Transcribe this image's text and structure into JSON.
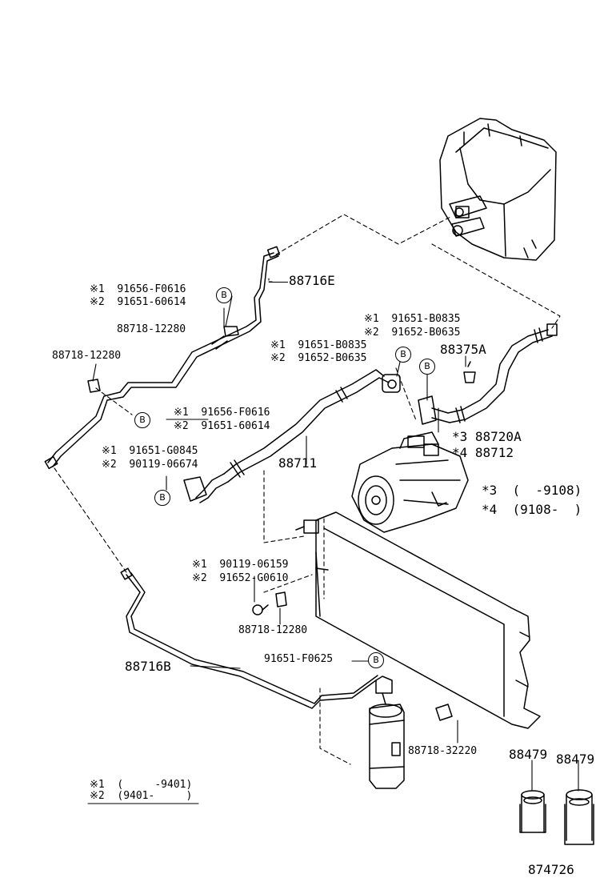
{
  "colors": {
    "ink": "#000000",
    "paper": "#ffffff"
  },
  "badge": "B",
  "labels": {
    "p_88716E": "88716E",
    "p_88716B": "88716B",
    "p_88711": "88711",
    "p_88375A": "88375A",
    "p_88720A": "*3 88720A",
    "p_88712": "*4 88712",
    "p_88479_a": "88479",
    "p_88479_b": "88479",
    "p_88718_12280_a": "88718-12280",
    "p_88718_12280_b": "88718-12280",
    "p_88718_12280_c": "88718-12280",
    "p_88718_32220": "88718-32220",
    "p_91651_F0625": "91651-F0625",
    "g1_l1": "※1  91656-F0616",
    "g1_l2": "※2  91651-60614",
    "g2_l1": "※1  91656-F0616",
    "g2_l2": "※2  91651-60614",
    "g3_l1": "※1  91651-B0835",
    "g3_l2": "※2  91652-B0635",
    "g4_l1": "※1  91651-B0835",
    "g4_l2": "※2  91652-B0635",
    "g5_l1": "※1  91651-G0845",
    "g5_l2": "※2  90119-06674",
    "g6_l1": "※1  90119-06159",
    "g6_l2": "※2  91652-G0610",
    "note3": "*3  (  -9108)",
    "note4": "*4  (9108-  )",
    "legend1": "※1  (     -9401)",
    "legend2": "※2  (9401-     )",
    "figure_no": "874726"
  }
}
